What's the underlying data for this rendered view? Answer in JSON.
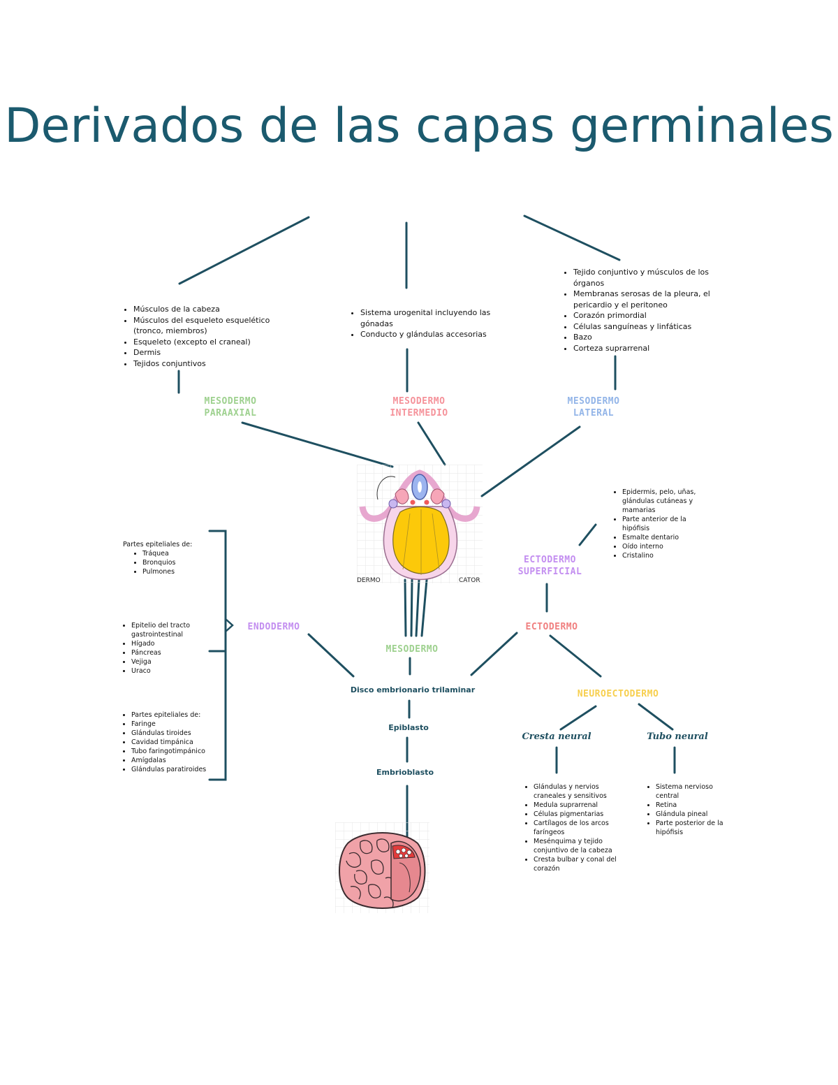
{
  "title": "Derivados de las capas germinales",
  "colors": {
    "title": "#1b5a6e",
    "connector": "#1e4f60",
    "mesodermo_paraaxial": "#9ed18f",
    "mesodermo_intermedio": "#f5929a",
    "mesodermo_lateral": "#93b5e8",
    "ectodermo_superficial": "#c38ef0",
    "endodermo": "#c38ef0",
    "ectodermo": "#f08080",
    "mesodermo": "#9ed18f",
    "neuroectodermo": "#f7cf4e"
  },
  "labels": {
    "mesodermo_paraaxial": "MESODERMO PARAAXIAL",
    "mesodermo_intermedio": "MESODERMO INTERMEDIO",
    "mesodermo_lateral": "MESODERMO LATERAL",
    "ectodermo_superficial": "ECTODERMO SUPERFICIAL",
    "endodermo": "ENDODERMO",
    "mesodermo": "MESODERMO",
    "ectodermo": "ECTODERMO",
    "neuroectodermo": "NEUROECTODERMO"
  },
  "nodes": {
    "disco": "Disco embrionario trilaminar",
    "epiblasto": "Epiblasto",
    "embrioblasto": "Embrioblasto",
    "cresta_neural": "Cresta neural",
    "tubo_neural": "Tubo neural"
  },
  "lists": {
    "paraaxial": [
      "Músculos de la cabeza",
      "Músculos del esqueleto esquelético (tronco, miembros)",
      "Esqueleto (excepto el craneal)",
      "Dermis",
      "Tejidos conjuntivos"
    ],
    "intermedio": [
      "Sistema urogenital incluyendo las gónadas",
      "Conducto y glándulas accesorias"
    ],
    "lateral": [
      "Tejido conjuntivo y músculos de los órganos",
      "Membranas serosas de la pleura, el pericardio y el peritoneo",
      "Corazón primordial",
      "Células sanguíneas y linfáticas",
      "Bazo",
      "Corteza suprarrenal"
    ],
    "ectodermo_superficial": [
      "Epidermis, pelo, uñas, glándulas cutáneas y mamarias",
      "Parte anterior de la hipófisis",
      "Esmalte dentario",
      "Oído interno",
      "Cristalino"
    ],
    "endodermo_1_heading": "Partes epiteliales de:",
    "endodermo_1": [
      "Tráquea",
      "Bronquios",
      "Pulmones"
    ],
    "endodermo_2": [
      "Epitelio del tracto gastrointestinal",
      "Hígado",
      "Páncreas",
      "Vejiga",
      "Uraco"
    ],
    "endodermo_3": [
      "Partes epiteliales de:",
      "Faringe",
      "Glándulas tiroides",
      "Cavidad timpánica",
      "Tubo faringotimpánico",
      "Amígdalas",
      "Glándulas paratiroides"
    ],
    "cresta_neural": [
      "Glándulas y nervios craneales y sensitivos",
      "Medula suprarrenal",
      "Células pigmentarias",
      "Cartílagos de los arcos faríngeos",
      "Mesénquima y tejido conjuntivo de la cabeza",
      "Cresta bulbar y conal del corazón"
    ],
    "tubo_neural": [
      "Sistema nervioso central",
      "Retina",
      "Glándula pineal",
      "Parte posterior de la hipófisis"
    ]
  },
  "illustration_text": {
    "cross_left": "DERMO",
    "cross_right": "CATOR"
  }
}
